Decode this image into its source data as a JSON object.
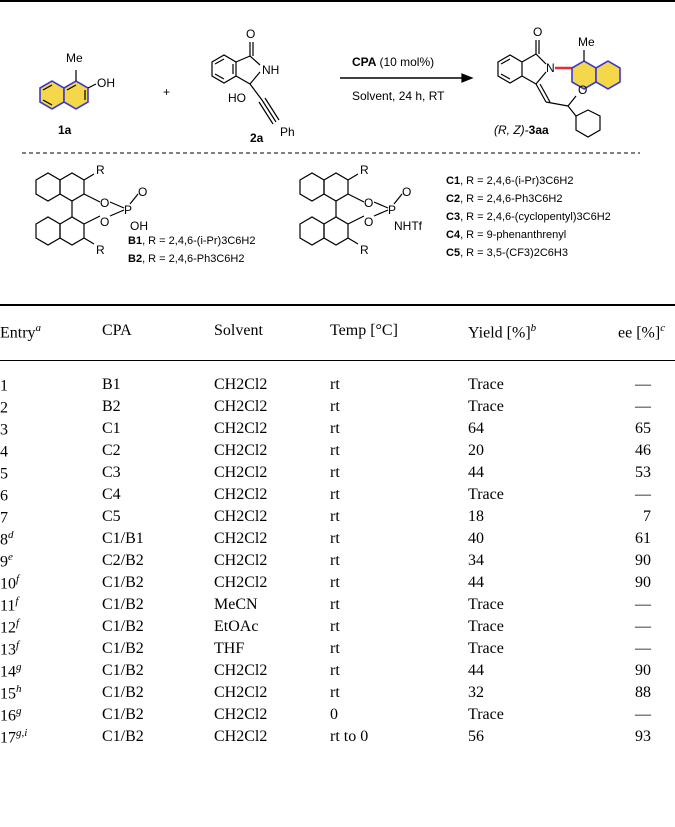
{
  "scheme": {
    "reactant1": {
      "label": "1a",
      "methyl": "Me",
      "hydroxyl": "OH"
    },
    "plus": "+",
    "reactant2": {
      "label": "2a",
      "carbonyl": "O",
      "nh": "NH",
      "ho": "HO",
      "phenyl": "Ph"
    },
    "conditions": {
      "catalyst": "CPA",
      "loading": "(10 mol%)",
      "line2": "Solvent, 24 h, RT"
    },
    "product": {
      "stereo": "(R, Z)-",
      "label": "3aa",
      "methyl": "Me",
      "carbonyl_top": "O",
      "nitrogen": "N",
      "carbonyl_side": "O"
    },
    "catalyst_b": {
      "labels": {
        "r_top": "R",
        "r_bottom": "R",
        "o1": "O",
        "o2": "O",
        "p": "P",
        "o3": "O",
        "oh": "OH"
      },
      "legend": [
        {
          "code": "B1",
          "desc": ", R = 2,4,6-(i-Pr)3C6H2"
        },
        {
          "code": "B2",
          "desc": ", R = 2,4,6-Ph3C6H2"
        }
      ]
    },
    "catalyst_c": {
      "labels": {
        "r_top": "R",
        "r_bottom": "R",
        "o1": "O",
        "o2": "O",
        "p": "P",
        "o3": "O",
        "nhtf": "NHTf"
      },
      "legend": [
        {
          "code": "C1",
          "desc": ", R = 2,4,6-(i-Pr)3C6H2"
        },
        {
          "code": "C2",
          "desc": ", R = 2,4,6-Ph3C6H2"
        },
        {
          "code": "C3",
          "desc": ", R = 2,4,6-(cyclopentyl)3C6H2"
        },
        {
          "code": "C4",
          "desc": ", R = 9-phenanthrenyl"
        },
        {
          "code": "C5",
          "desc": ", R = 3,5-(CF3)2C6H3"
        }
      ]
    }
  },
  "table": {
    "headers": {
      "entry": "Entry",
      "entry_sup": "a",
      "cpa": "CPA",
      "solvent": "Solvent",
      "temp": "Temp [°C]",
      "yield": "Yield [%]",
      "yield_sup": "b",
      "ee": "ee [%]",
      "ee_sup": "c"
    },
    "rows": [
      {
        "entry": "1",
        "sup": "",
        "cpa": "B1",
        "solvent": "CH2Cl2",
        "temp": "rt",
        "yield": "Trace",
        "ee": "—"
      },
      {
        "entry": "2",
        "sup": "",
        "cpa": "B2",
        "solvent": "CH2Cl2",
        "temp": "rt",
        "yield": "Trace",
        "ee": "—"
      },
      {
        "entry": "3",
        "sup": "",
        "cpa": "C1",
        "solvent": "CH2Cl2",
        "temp": "rt",
        "yield": "64",
        "ee": "65"
      },
      {
        "entry": "4",
        "sup": "",
        "cpa": "C2",
        "solvent": "CH2Cl2",
        "temp": "rt",
        "yield": "20",
        "ee": "46"
      },
      {
        "entry": "5",
        "sup": "",
        "cpa": "C3",
        "solvent": "CH2Cl2",
        "temp": "rt",
        "yield": "44",
        "ee": "53"
      },
      {
        "entry": "6",
        "sup": "",
        "cpa": "C4",
        "solvent": "CH2Cl2",
        "temp": "rt",
        "yield": "Trace",
        "ee": "—"
      },
      {
        "entry": "7",
        "sup": "",
        "cpa": "C5",
        "solvent": "CH2Cl2",
        "temp": "rt",
        "yield": "18",
        "ee": "7"
      },
      {
        "entry": "8",
        "sup": "d",
        "cpa": "C1/B1",
        "solvent": "CH2Cl2",
        "temp": "rt",
        "yield": "40",
        "ee": "61"
      },
      {
        "entry": "9",
        "sup": "e",
        "cpa": "C2/B2",
        "solvent": "CH2Cl2",
        "temp": "rt",
        "yield": "34",
        "ee": "90"
      },
      {
        "entry": "10",
        "sup": "f",
        "cpa": "C1/B2",
        "solvent": "CH2Cl2",
        "temp": "rt",
        "yield": "44",
        "ee": "90"
      },
      {
        "entry": "11",
        "sup": "f",
        "cpa": "C1/B2",
        "solvent": "MeCN",
        "temp": "rt",
        "yield": "Trace",
        "ee": "—"
      },
      {
        "entry": "12",
        "sup": "f",
        "cpa": "C1/B2",
        "solvent": "EtOAc",
        "temp": "rt",
        "yield": "Trace",
        "ee": "—"
      },
      {
        "entry": "13",
        "sup": "f",
        "cpa": "C1/B2",
        "solvent": "THF",
        "temp": "rt",
        "yield": "Trace",
        "ee": "—"
      },
      {
        "entry": "14",
        "sup": "g",
        "cpa": "C1/B2",
        "solvent": "CH2Cl2",
        "temp": "rt",
        "yield": "44",
        "ee": "90"
      },
      {
        "entry": "15",
        "sup": "h",
        "cpa": "C1/B2",
        "solvent": "CH2Cl2",
        "temp": "rt",
        "yield": "32",
        "ee": "88"
      },
      {
        "entry": "16",
        "sup": "g",
        "cpa": "C1/B2",
        "solvent": "CH2Cl2",
        "temp": "0",
        "yield": "Trace",
        "ee": "—"
      },
      {
        "entry": "17",
        "sup": "g,i",
        "cpa": "C1/B2",
        "solvent": "CH2Cl2",
        "temp": "rt to 0",
        "yield": "56",
        "ee": "93"
      }
    ]
  },
  "colors": {
    "highlight_yellow": "#f5d84a",
    "highlight_blue": "#3a3ad6",
    "bond_red": "#e03030"
  }
}
